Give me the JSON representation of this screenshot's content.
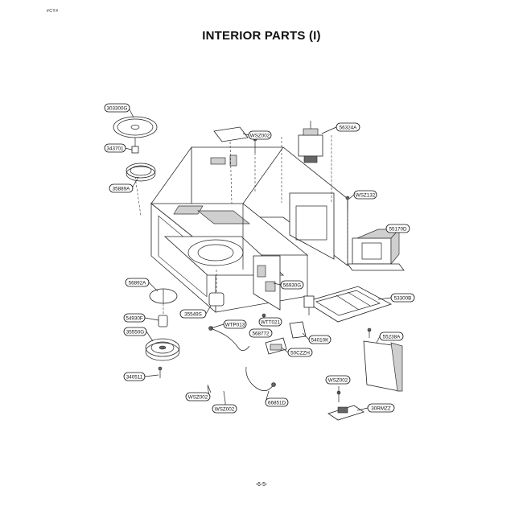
{
  "header": {
    "corner_code": "#CY#",
    "title": "INTERIOR PARTS (I)"
  },
  "footer": {
    "page_number": "-6-5-"
  },
  "labels": {
    "p303300": "303300G",
    "p343701": "343701",
    "p35889": "35889A",
    "pWSZ002a": "WSZ002",
    "p56324": "56324A",
    "pWSZ132": "WSZ132",
    "p55170": "55170D",
    "p56892": "56892A",
    "p54930": "54930F",
    "p35550": "35550G",
    "p340511": "340511",
    "p35549": "35549S",
    "pWTP013": "WTP013",
    "p56930": "56930G",
    "pWTT021": "WTT021",
    "p53300": "53300B",
    "p56877": "568772",
    "p54010": "54010K",
    "p50C": "50CZZH",
    "p55238": "55238A",
    "pWSZ002b": "WSZ002",
    "pWSZ002c": "WSZ002",
    "p66851": "66851D",
    "pWSZ002d": "WSZ002",
    "p30RMZZ": "30RMZZ"
  }
}
